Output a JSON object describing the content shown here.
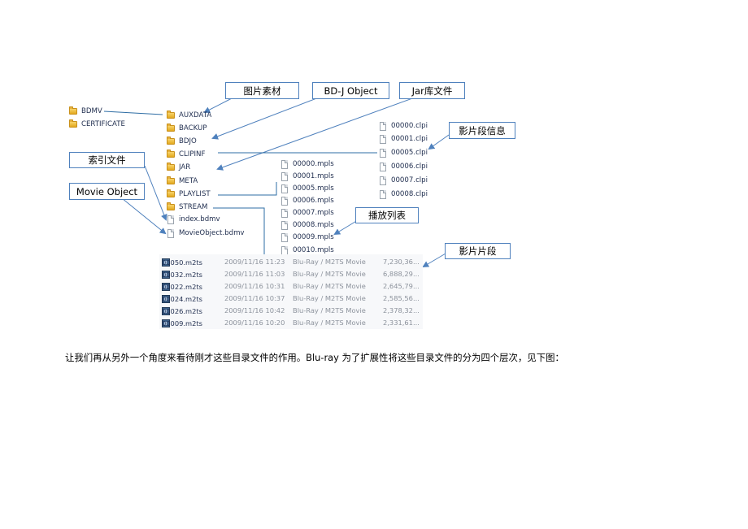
{
  "left_tree": {
    "items": [
      {
        "name": "BDMV",
        "icon": "folder-icon"
      },
      {
        "name": "CERTIFICATE",
        "icon": "folder-icon"
      }
    ]
  },
  "bdmv_contents": {
    "folders": [
      "AUXDATA",
      "BACKUP",
      "BDJO",
      "CLIPINF",
      "JAR",
      "META",
      "PLAYLIST",
      "STREAM"
    ],
    "files": [
      "index.bdmv",
      "MovieObject.bdmv"
    ]
  },
  "clpi_files": [
    "00000.clpi",
    "00001.clpi",
    "00005.clpi",
    "00006.clpi",
    "00007.clpi",
    "00008.clpi"
  ],
  "mpls_files": [
    "00000.mpls",
    "00001.mpls",
    "00005.mpls",
    "00006.mpls",
    "00007.mpls",
    "00008.mpls",
    "00009.mpls",
    "00010.mpls"
  ],
  "m2ts_files": [
    {
      "name": "00050.m2ts",
      "date": "2009/11/16 11:23",
      "type": "Blu-Ray / M2TS Movie",
      "size": "7,230,36..."
    },
    {
      "name": "00032.m2ts",
      "date": "2009/11/16 11:03",
      "type": "Blu-Ray / M2TS Movie",
      "size": "6,888,29..."
    },
    {
      "name": "00022.m2ts",
      "date": "2009/11/16 10:31",
      "type": "Blu-Ray / M2TS Movie",
      "size": "2,645,79..."
    },
    {
      "name": "00024.m2ts",
      "date": "2009/11/16 10:37",
      "type": "Blu-Ray / M2TS Movie",
      "size": "2,585,56..."
    },
    {
      "name": "00026.m2ts",
      "date": "2009/11/16 10:42",
      "type": "Blu-Ray / M2TS Movie",
      "size": "2,378,32..."
    },
    {
      "name": "00009.m2ts",
      "date": "2009/11/16 10:20",
      "type": "Blu-Ray / M2TS Movie",
      "size": "2,331,61..."
    }
  ],
  "labels": {
    "auxdata": "图片素材",
    "bdjo": "BD-J Object",
    "jar": "Jar库文件",
    "clipinf": "影片段信息",
    "index": "索引文件",
    "movie_object": "Movie Object",
    "playlist": "播放列表",
    "stream": "影片片段"
  },
  "caption": "让我们再从另外一个角度来看待刚才这些目录文件的作用。Blu-ray 为了扩展性将这些目录文件的分为四个层次，见下图：",
  "colors": {
    "label_border": "#4f81bd",
    "arrow": "#4f81bd",
    "connector": "#2e6da4"
  }
}
